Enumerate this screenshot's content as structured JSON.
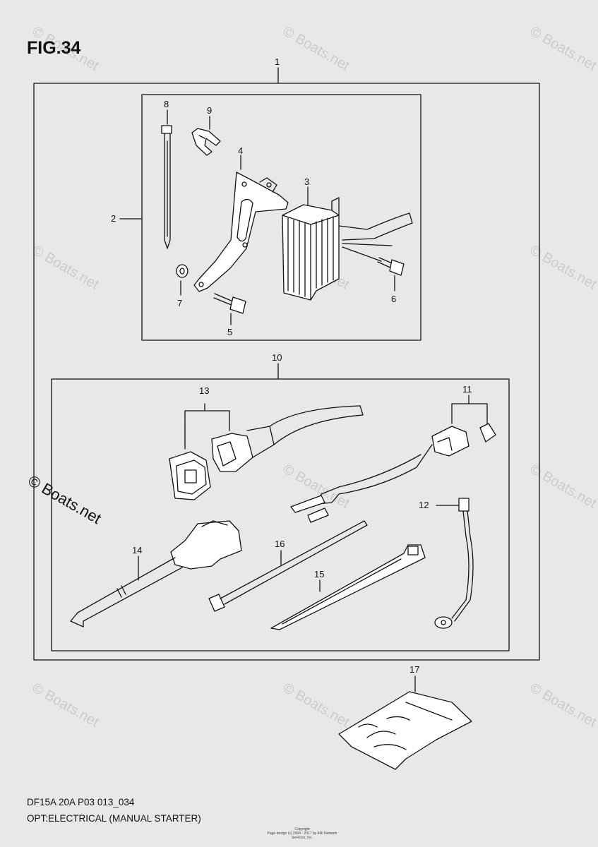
{
  "figure": {
    "title": "FIG.34"
  },
  "callouts": [
    "1",
    "2",
    "3",
    "4",
    "5",
    "6",
    "7",
    "8",
    "9",
    "10",
    "11",
    "12",
    "13",
    "14",
    "15",
    "16",
    "17"
  ],
  "watermark": {
    "text": "© Boats.net"
  },
  "footer": {
    "model_code": "DF15A 20A P03 013_034",
    "section_title": "OPT:ELECTRICAL (MANUAL STARTER)"
  },
  "copyright": {
    "line1": "Copyright",
    "line2": "Page design (c) 2004 - 2017 by ARI Network Services, Inc."
  }
}
